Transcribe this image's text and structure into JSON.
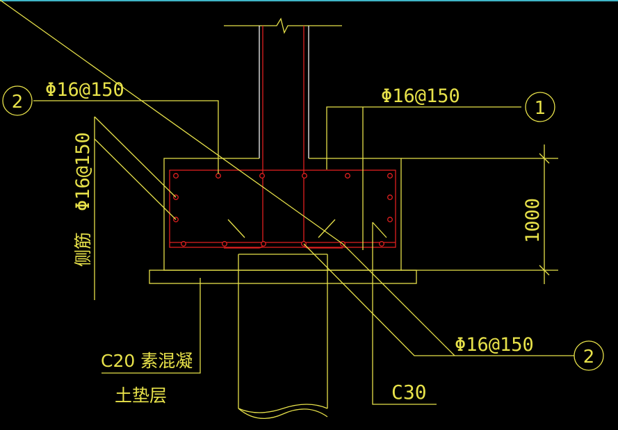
{
  "drawing": {
    "colors": {
      "background": "#000000",
      "outline": "#e8e24a",
      "rebar": "#e02020",
      "column": "#f2f2f2",
      "topbar": "#3fb6c8"
    },
    "labels": {
      "rebar_top_left": "Φ16@150",
      "rebar_top_right": "Φ16@150",
      "rebar_side": "Φ16@150",
      "side_bar_title": "侧筋",
      "rebar_bottom": "Φ16@150",
      "pad_material": "C20 素混凝",
      "pad_material_line2": "土垫层",
      "concrete_grade": "C30",
      "dimension": "1000"
    },
    "markers": {
      "marker_left": "2",
      "marker_top_right": "1",
      "marker_bottom_right": "2"
    }
  }
}
